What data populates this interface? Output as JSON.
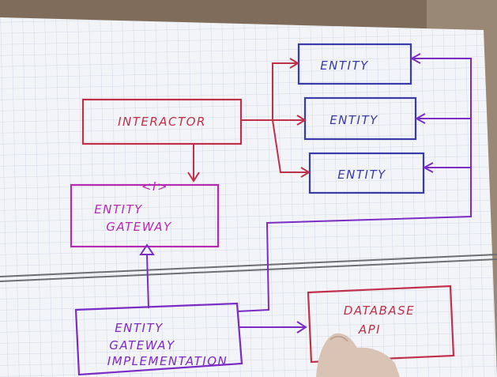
{
  "boxes": {
    "interactor": "INTERACTOR",
    "entity_1": "ENTITY",
    "entity_2": "ENTITY",
    "entity_3": "ENTITY",
    "interface_marker": "<I>",
    "entity_gateway_line1": "ENTITY",
    "entity_gateway_line2": "GATEWAY",
    "gateway_impl_line1": "ENTITY",
    "gateway_impl_line2": "GATEWAY",
    "gateway_impl_line3": "IMPLEMENTATION",
    "database_api_line1": "DATABASE",
    "database_api_line2": "API"
  },
  "colors": {
    "red": "#c0304a",
    "magenta": "#b52cb0",
    "blue": "#3a3aa8",
    "purple": "#7a2cc4",
    "grid": "#c9d4e4",
    "paper": "#f3f4f7",
    "divider": "#6e6e72"
  }
}
